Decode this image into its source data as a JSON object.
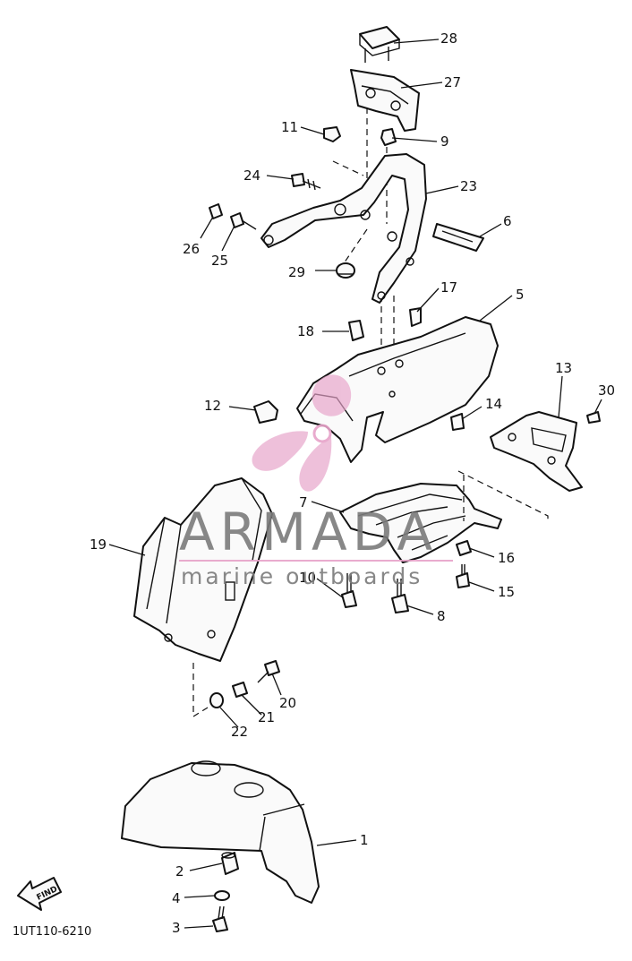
{
  "diagram": {
    "code": "1UT110-6210",
    "find_label": "FIND",
    "labels": [
      {
        "id": "1",
        "text": "1"
      },
      {
        "id": "2",
        "text": "2"
      },
      {
        "id": "3",
        "text": "3"
      },
      {
        "id": "4",
        "text": "4"
      },
      {
        "id": "5",
        "text": "5"
      },
      {
        "id": "6",
        "text": "6"
      },
      {
        "id": "7",
        "text": "7"
      },
      {
        "id": "8",
        "text": "8"
      },
      {
        "id": "9",
        "text": "9"
      },
      {
        "id": "10",
        "text": "10"
      },
      {
        "id": "11",
        "text": "11"
      },
      {
        "id": "12",
        "text": "12"
      },
      {
        "id": "13",
        "text": "13"
      },
      {
        "id": "14",
        "text": "14"
      },
      {
        "id": "15",
        "text": "15"
      },
      {
        "id": "16",
        "text": "16"
      },
      {
        "id": "17",
        "text": "17"
      },
      {
        "id": "18",
        "text": "18"
      },
      {
        "id": "19",
        "text": "19"
      },
      {
        "id": "20",
        "text": "20"
      },
      {
        "id": "21",
        "text": "21"
      },
      {
        "id": "22",
        "text": "22"
      },
      {
        "id": "23",
        "text": "23"
      },
      {
        "id": "24",
        "text": "24"
      },
      {
        "id": "25",
        "text": "25"
      },
      {
        "id": "26",
        "text": "26"
      },
      {
        "id": "27",
        "text": "27"
      },
      {
        "id": "28",
        "text": "28"
      },
      {
        "id": "29",
        "text": "29"
      },
      {
        "id": "30",
        "text": "30"
      }
    ]
  },
  "watermark": {
    "brand": "ARMADA",
    "tagline": "marine outboards",
    "logo_color": "#e7a3c9",
    "text_color": "#7b7b7b"
  }
}
